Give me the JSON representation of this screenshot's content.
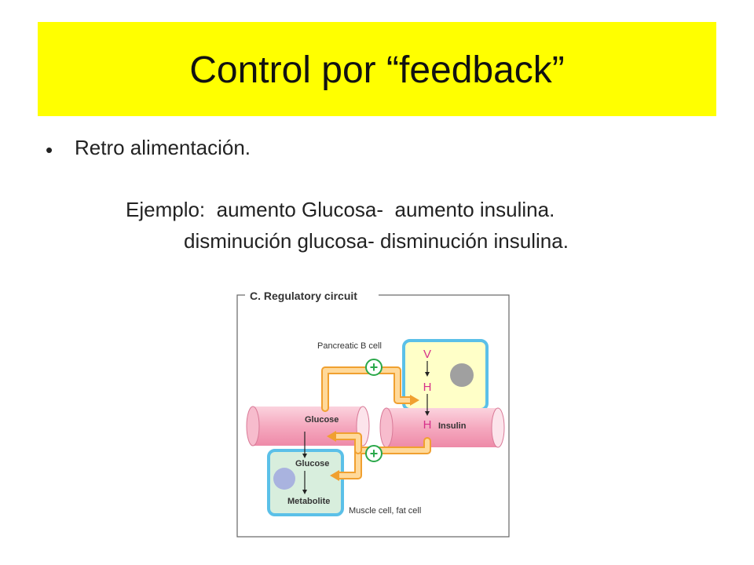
{
  "slide": {
    "title": "Control por “feedback”",
    "bullet": "Retro alimentación.",
    "example_line1": "Ejemplo:  aumento Glucosa-  aumento insulina.",
    "example_line2": "disminución glucosa- disminución insulina."
  },
  "diagram": {
    "panel_title": "C. Regulatory circuit",
    "pancreatic_cell": "Pancreatic B cell",
    "glucose_vessel": "Glucose",
    "insulin_vessel": "Insulin",
    "muscle_glucose": "Glucose",
    "metabolite": "Metabolite",
    "muscle_cell": "Muscle cell, fat cell",
    "v_label": "V",
    "h_label_top": "H",
    "h_label_bottom": "H",
    "plus_top": "+",
    "plus_bottom": "+"
  },
  "colors": {
    "title_bg": "#ffff00",
    "cell_border": "#5bc0e8",
    "pancreas_fill": "#ffffc8",
    "muscle_fill": "#d8eedd",
    "vessel": "#f4a7bd",
    "arrow_fill": "#ffd99a",
    "arrow_stroke": "#f0a030",
    "plus_green": "#2aa84a",
    "magenta": "#d6308a"
  }
}
